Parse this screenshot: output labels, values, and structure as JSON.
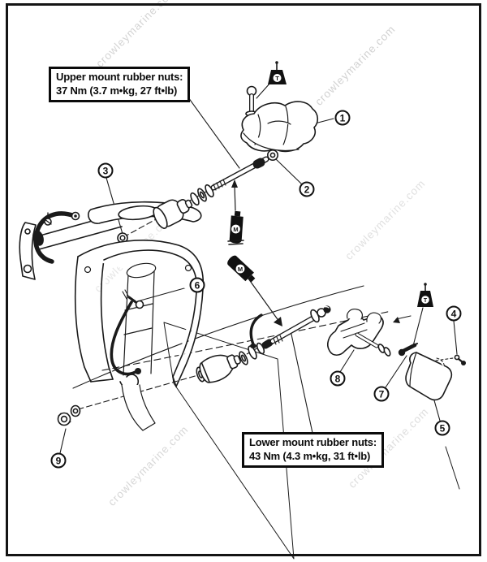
{
  "figure": {
    "type": "exploded-parts-diagram",
    "subject": "Outboard upper and lower mount rubber assembly"
  },
  "annotations": {
    "upper_note": {
      "line1": "Upper mount rubber nuts:",
      "line2": "37 Nm (3.7 m•kg, 27 ft•lb)"
    },
    "lower_note": {
      "line1": "Lower mount rubber nuts:",
      "line2": "43 Nm (4.3 m•kg, 31 ft•lb)"
    }
  },
  "callouts": [
    {
      "num": "1"
    },
    {
      "num": "2"
    },
    {
      "num": "3"
    },
    {
      "num": "4"
    },
    {
      "num": "5"
    },
    {
      "num": "6"
    },
    {
      "num": "7"
    },
    {
      "num": "8"
    },
    {
      "num": "9"
    }
  ],
  "symbols": {
    "torque_tag": "T",
    "grease_tube": "M"
  },
  "watermark": {
    "text": "crowleymarine.com",
    "color": "#c3c3c3"
  },
  "colors": {
    "line": "#1a1a1a",
    "background": "#ffffff",
    "border": "#141414"
  }
}
